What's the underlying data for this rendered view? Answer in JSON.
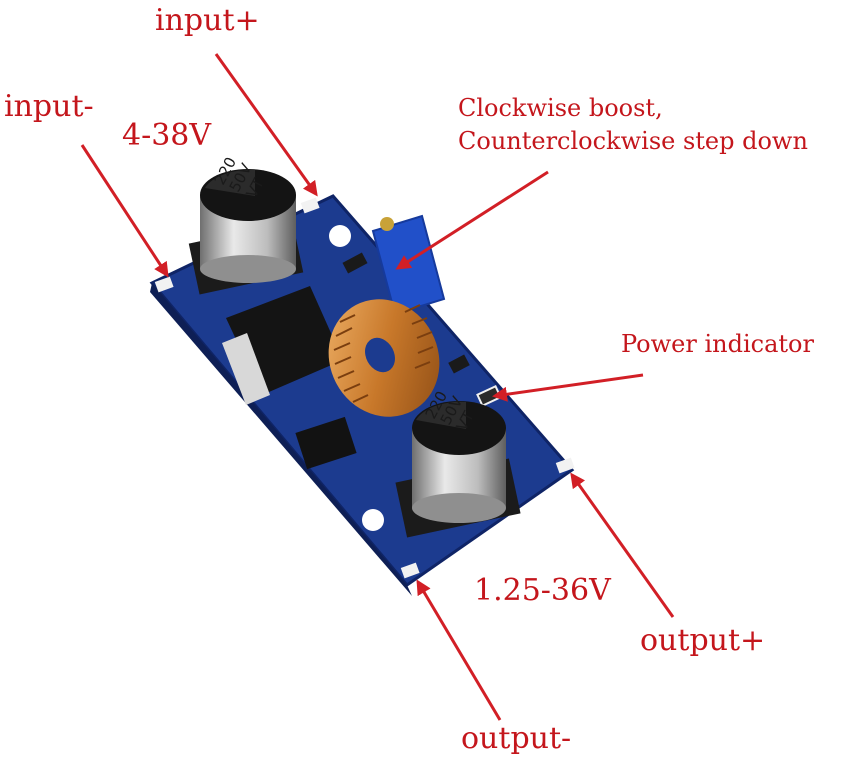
{
  "labels": {
    "input_plus": "input+",
    "input_minus": "input-",
    "input_range": "4-38V",
    "pot_note_line1": "Clockwise boost,",
    "pot_note_line2": "Counterclockwise step down",
    "power_indicator": "Power indicator",
    "output_range": "1.25-36V",
    "output_plus": "output+",
    "output_minus": "output-"
  },
  "capacitors": {
    "top": {
      "line1": "220",
      "line2": "50V",
      "line3": "VT"
    },
    "bottom": {
      "line1": "220",
      "line2": "50V",
      "line3": "VT"
    }
  },
  "colors": {
    "label_red": "#c4161c",
    "pcb_blue": "#1c3b8f",
    "copper": "#c8782a"
  }
}
